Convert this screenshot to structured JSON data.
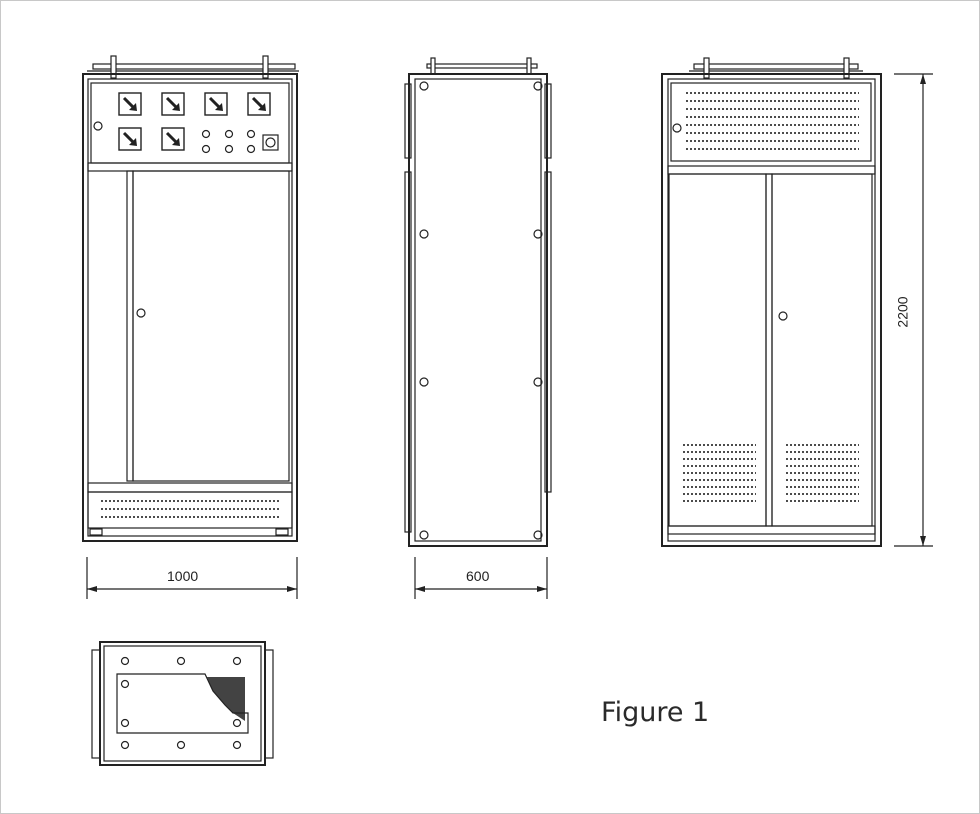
{
  "figure": {
    "caption": "Figure 1",
    "dimensions": {
      "front_width": "1000",
      "side_depth": "600",
      "height": "2200"
    }
  },
  "colors": {
    "line": "#222222",
    "background": "#ffffff",
    "frame": "#c8c8c8"
  }
}
